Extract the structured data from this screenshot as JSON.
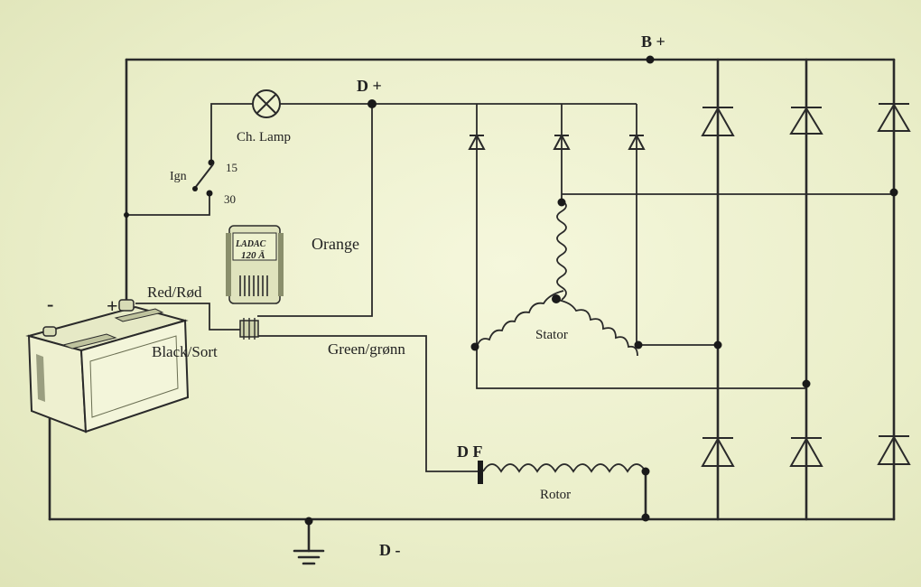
{
  "labels": {
    "b_plus": "B +",
    "d_plus": "D +",
    "d_minus": "D -",
    "df": "D F",
    "charge_lamp": "Ch. Lamp",
    "ignition": "Ign",
    "term_15": "15",
    "term_30": "30",
    "regulator_brand": "LADAC",
    "regulator_model": "120 Ā",
    "orange": "Orange",
    "red": "Red/Rød",
    "black": "Black/Sort",
    "green": "Green/grønn",
    "stator": "Stator",
    "rotor": "Rotor",
    "battery_plus": "+",
    "battery_minus": "-"
  },
  "colors": {
    "paper": "#eef2cf",
    "ink": "#2a2a2a"
  }
}
